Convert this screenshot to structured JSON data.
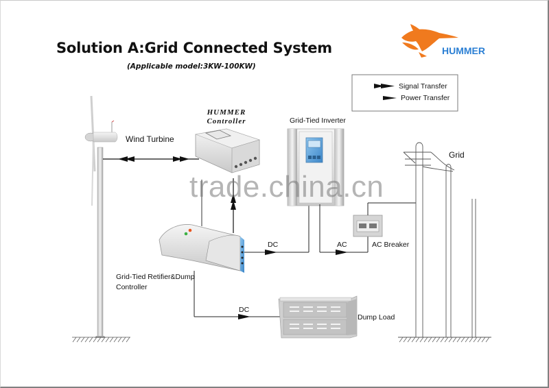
{
  "header": {
    "title": "Solution A:Grid Connected System",
    "subtitle": "(Applicable model:3KW-100KW)"
  },
  "logo": {
    "brand": "HUMMER",
    "icon": "hummingbird-logo-icon",
    "colors": {
      "bird": "#f07a1e",
      "text": "#2b7fd4"
    }
  },
  "legend": {
    "items": [
      {
        "icon": "double-arrow-icon",
        "label": "Signal Transfer"
      },
      {
        "icon": "single-arrow-icon",
        "label": "Power Transfer"
      }
    ]
  },
  "components": {
    "wind_turbine": {
      "label": "Wind Turbine",
      "icon": "wind-turbine-icon"
    },
    "controller": {
      "label_line1": "HUMMER",
      "label_line2": "Controller",
      "icon": "controller-device-icon"
    },
    "inverter": {
      "label": "Grid-Tied Inverter",
      "icon": "inverter-icon"
    },
    "grid": {
      "label": "Grid",
      "icon": "utility-pole-icon"
    },
    "rectifier": {
      "label_line1": "Grid-Tied Retifier&Dump",
      "label_line2": "Controller",
      "icon": "rectifier-device-icon"
    },
    "ac_breaker": {
      "label": "AC Breaker",
      "icon": "breaker-icon"
    },
    "dump_load": {
      "label": "Dump Load",
      "icon": "dump-load-icon"
    }
  },
  "connections": {
    "dc_to_inverter": "DC",
    "ac_to_breaker": "AC",
    "dc_to_dump_load": "DC"
  },
  "watermark": "trade.china.cn"
}
